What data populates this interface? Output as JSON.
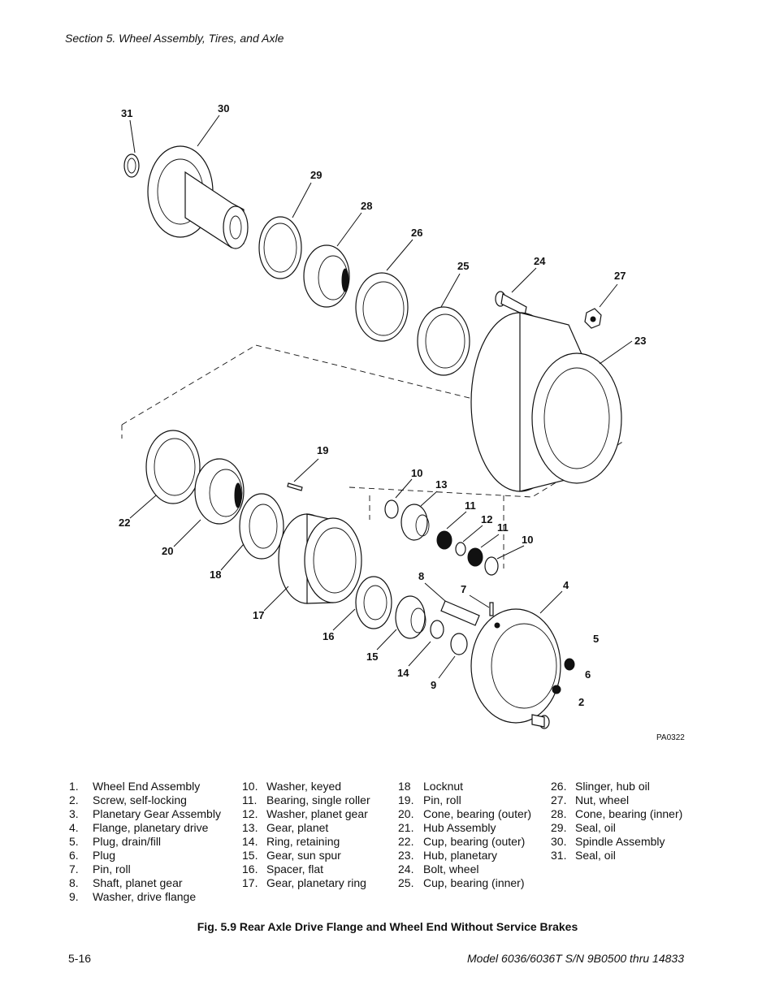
{
  "header": {
    "section_title": "Section 5.  Wheel Assembly, Tires, and Axle"
  },
  "figure": {
    "reference_code": "PA0322",
    "callouts": [
      "31",
      "30",
      "29",
      "28",
      "26",
      "25",
      "24",
      "27",
      "23",
      "19",
      "22",
      "20",
      "18",
      "17",
      "10",
      "13",
      "11",
      "12",
      "11",
      "10",
      "8",
      "7",
      "4",
      "16",
      "15",
      "14",
      "9",
      "5",
      "6",
      "2"
    ]
  },
  "legend": {
    "columns": [
      [
        {
          "num": "1.",
          "label": "Wheel  End Assembly"
        },
        {
          "num": "2.",
          "label": "Screw, self-locking"
        },
        {
          "num": "3.",
          "label": "Planetary Gear Assembly"
        },
        {
          "num": "4.",
          "label": "Flange, planetary drive"
        },
        {
          "num": "5.",
          "label": "Plug, drain/fill"
        },
        {
          "num": "6.",
          "label": "Plug"
        },
        {
          "num": "7.",
          "label": "Pin, roll"
        },
        {
          "num": "8.",
          "label": "Shaft, planet gear"
        },
        {
          "num": "9.",
          "label": "Washer, drive flange"
        }
      ],
      [
        {
          "num": "10.",
          "label": "Washer, keyed"
        },
        {
          "num": "11.",
          "label": "Bearing, single roller"
        },
        {
          "num": "12.",
          "label": "Washer, planet gear"
        },
        {
          "num": "13.",
          "label": "Gear, planet"
        },
        {
          "num": "14.",
          "label": "Ring, retaining"
        },
        {
          "num": "15.",
          "label": "Gear, sun spur"
        },
        {
          "num": "16.",
          "label": "Spacer, flat"
        },
        {
          "num": "17.",
          "label": "Gear, planetary  ring"
        }
      ],
      [
        {
          "num": "18",
          "label": "Locknut"
        },
        {
          "num": "19.",
          "label": "Pin, roll"
        },
        {
          "num": "20.",
          "label": "Cone, bearing (outer)"
        },
        {
          "num": "21.",
          "label": "Hub Assembly"
        },
        {
          "num": "22.",
          "label": "Cup, bearing (outer)"
        },
        {
          "num": "23.",
          "label": "Hub, planetary"
        },
        {
          "num": "24.",
          "label": "Bolt, wheel"
        },
        {
          "num": "25.",
          "label": "Cup, bearing (inner)"
        }
      ],
      [
        {
          "num": "26.",
          "label": "Slinger, hub oil"
        },
        {
          "num": "27.",
          "label": "Nut, wheel"
        },
        {
          "num": "28.",
          "label": "Cone, bearing (inner)"
        },
        {
          "num": "29.",
          "label": "Seal, oil"
        },
        {
          "num": "30.",
          "label": "Spindle Assembly"
        },
        {
          "num": "31.",
          "label": "Seal, oil"
        }
      ]
    ]
  },
  "caption": "Fig. 5.9 Rear Axle Drive Flange and Wheel End Without Service Brakes",
  "footer": {
    "page_number": "5-16",
    "model": "Model 6036/6036T S/N 9B0500 thru 14833"
  }
}
